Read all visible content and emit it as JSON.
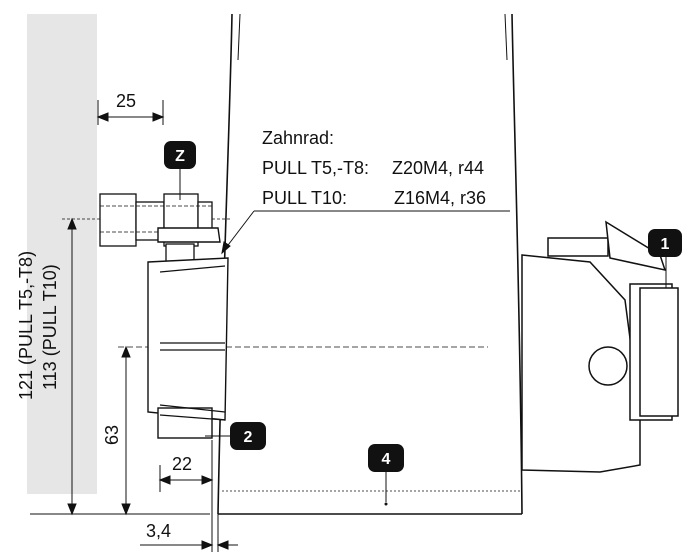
{
  "dimensions": {
    "d25": "25",
    "d63": "63",
    "d22": "22",
    "d3_4": "3,4",
    "d121": "121 (PULL T5,-T8)",
    "d113": "113 (PULL T10)"
  },
  "gear_note": {
    "title": "Zahnrad:",
    "line1_model": "PULL T5,-T8:",
    "line1_value": "Z20M4, r44",
    "line2_model": "PULL T10:",
    "line2_value": "Z16M4, r36"
  },
  "badges": {
    "z": "Z",
    "b1": "1",
    "b2": "2",
    "b4": "4"
  },
  "colors": {
    "wall": "#e6e6e6",
    "line": "#111111",
    "badge": "#111111"
  }
}
